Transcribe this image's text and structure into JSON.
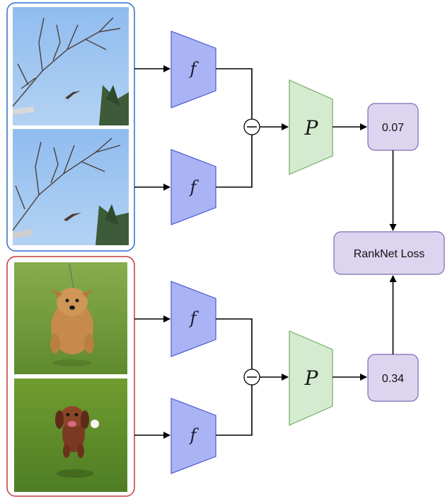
{
  "encoders": {
    "f_symbol": "f",
    "p_symbol": "P"
  },
  "top_pair": {
    "score": "0.07"
  },
  "bottom_pair": {
    "score": "0.34"
  },
  "loss": {
    "label": "RankNet Loss"
  },
  "colors": {
    "encoder_fill": "#aab4f5",
    "encoder_stroke": "#4a5bd0",
    "predictor_fill": "#d5ebd0",
    "predictor_stroke": "#6fae62",
    "score_fill": "#ddd4ef",
    "score_stroke": "#7e6bb5",
    "frame_blue": "#2f6fd0",
    "frame_red": "#c23a3a",
    "sky": "#9cc3ee",
    "grass": "#6f9a3c"
  }
}
